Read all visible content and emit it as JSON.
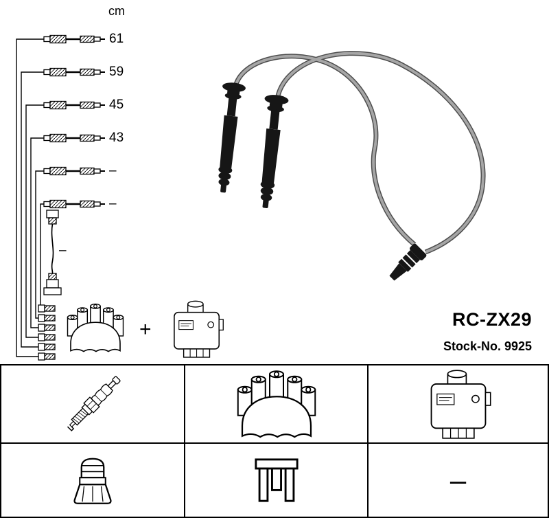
{
  "product": {
    "part_number": "RC-ZX29",
    "stock_label": "Stock-No. 9925"
  },
  "measurements": {
    "unit_label": "cm",
    "cable_lengths": [
      {
        "label": "61"
      },
      {
        "label": "59"
      },
      {
        "label": "45"
      },
      {
        "label": "43"
      },
      {
        "label": "–"
      },
      {
        "label": "–"
      }
    ],
    "coil_wire_length": "–",
    "plus_label": "+"
  },
  "bottom_grid": {
    "cells": [
      {
        "name": "spark-plug",
        "label": ""
      },
      {
        "name": "distributor-cap",
        "label": ""
      },
      {
        "name": "ignition-coil",
        "label": ""
      },
      {
        "name": "terminal-boot",
        "label": ""
      },
      {
        "name": "coil-terminal",
        "label": ""
      },
      {
        "name": "dash",
        "label": "–"
      }
    ]
  },
  "icons": {
    "cable_row": "ignition-cable-icon",
    "distributor_terminal": "distributor-terminal-icon",
    "coil_wire": "coil-wire-icon",
    "distributor_cap": "distributor-cap-icon",
    "ignition_coil": "ignition-coil-icon",
    "plug_wires": "plug-wires-illustration",
    "spark_plug": "spark-plug-icon",
    "terminal_boot": "terminal-boot-icon",
    "coil_terminal": "coil-terminal-icon"
  },
  "colors": {
    "background": "#ffffff",
    "ink": "#000000",
    "wire_gray": "#8f8f8f",
    "boot_black": "#161616"
  }
}
